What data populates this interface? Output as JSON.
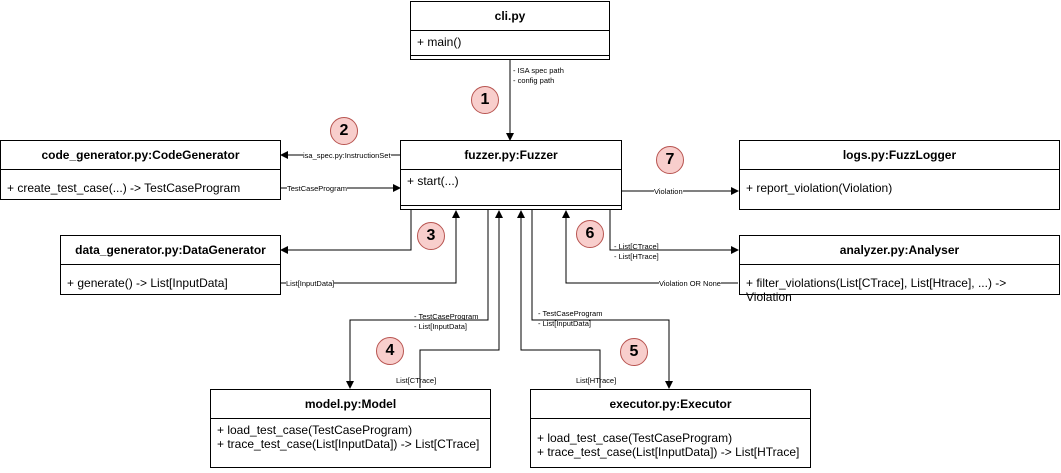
{
  "classes": {
    "cli": {
      "title": "cli.py",
      "members": [
        "+ main()"
      ]
    },
    "fuzzer": {
      "title": "fuzzer.py:Fuzzer",
      "members": [
        "+ start(...)"
      ]
    },
    "code_generator": {
      "title": "code_generator.py:CodeGenerator",
      "members": [
        "+ create_test_case(...) -> TestCaseProgram"
      ]
    },
    "logs": {
      "title": "logs.py:FuzzLogger",
      "members": [
        "+ report_violation(Violation)"
      ]
    },
    "data_generator": {
      "title": "data_generator.py:DataGenerator",
      "members": [
        "+ generate() -> List[InputData]"
      ]
    },
    "analyzer": {
      "title": "analyzer.py:Analyser",
      "members": [
        "+ filter_violations(List[CTrace], List[Htrace], ...) -> Violation"
      ]
    },
    "model": {
      "title": "model.py:Model",
      "members": [
        "+ load_test_case(TestCaseProgram)",
        "+ trace_test_case(List[InputData]) -> List[CTrace]"
      ]
    },
    "executor": {
      "title": "executor.py:Executor",
      "members": [
        "+ load_test_case(TestCaseProgram)",
        "+ trace_test_case(List[InputData]) -> List[HTrace]"
      ]
    }
  },
  "steps": [
    "1",
    "2",
    "3",
    "4",
    "5",
    "6",
    "7"
  ],
  "edge_labels": {
    "cli_to_fuzzer_1": "- ISA spec path",
    "cli_to_fuzzer_2": "- config path",
    "fuzzer_to_codegen": "isa_spec.py:InstructionSet",
    "codegen_to_fuzzer": "TestCaseProgram",
    "datagen_to_fuzzer": "List[InputData]",
    "fuzzer_to_analyzer_1": "- List[CTrace]",
    "fuzzer_to_analyzer_2": "- List[HTrace]",
    "analyzer_to_fuzzer": "Violation OR None",
    "fuzzer_to_logs": "Violation",
    "fuzzer_to_model_1": "- TestCaseProgram",
    "fuzzer_to_model_2": "- List[InputData]",
    "model_to_fuzzer": "List[CTrace]",
    "fuzzer_to_executor_1": "- TestCaseProgram",
    "fuzzer_to_executor_2": "- List[InputData]",
    "executor_to_fuzzer": "List[HTrace]"
  },
  "colors": {
    "badge_fill": "#f8cecc",
    "badge_stroke": "#b85450",
    "line": "#000000"
  }
}
